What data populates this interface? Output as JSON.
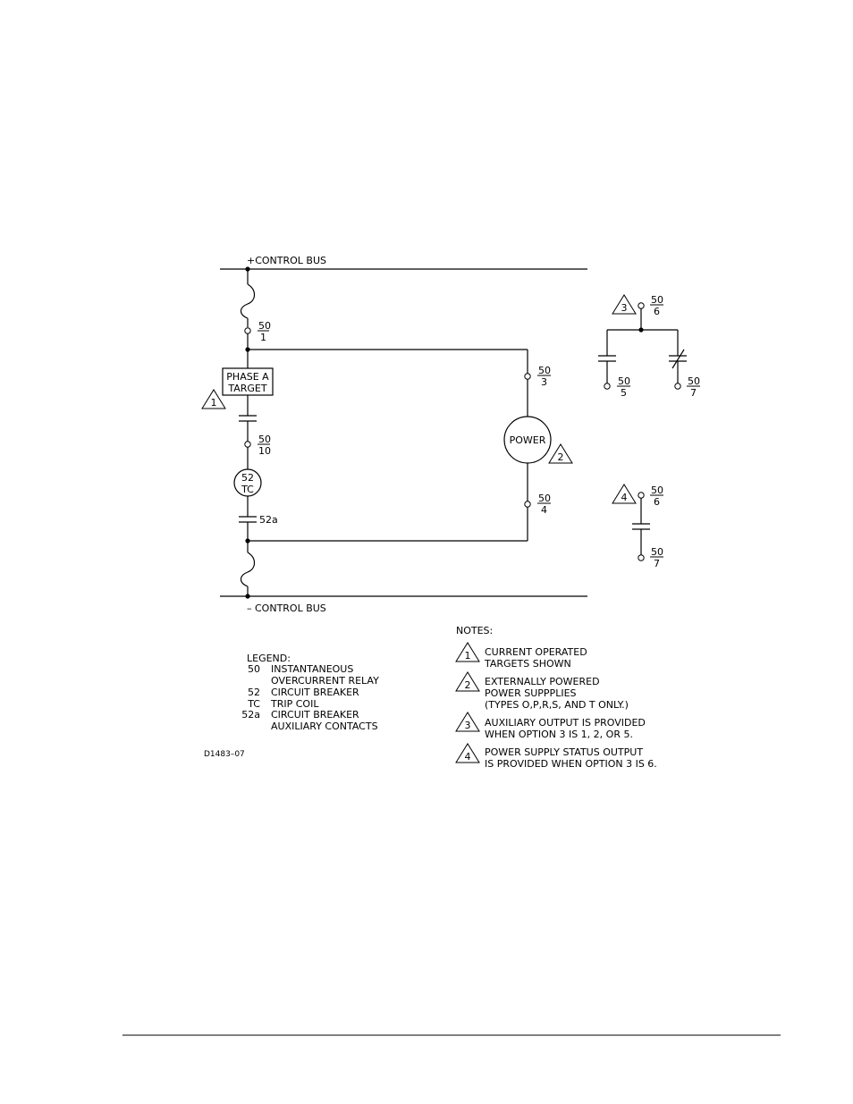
{
  "bus": {
    "positive_label": "+CONTROL BUS",
    "negative_label": "– CONTROL BUS"
  },
  "terminals": {
    "t50_1": {
      "top": "50",
      "bottom": "1"
    },
    "t50_3": {
      "top": "50",
      "bottom": "3"
    },
    "t50_4": {
      "top": "50",
      "bottom": "4"
    },
    "t50_10": {
      "top": "50",
      "bottom": "10"
    },
    "t50_6a": {
      "top": "50",
      "bottom": "6"
    },
    "t50_5": {
      "top": "50",
      "bottom": "5"
    },
    "t50_7a": {
      "top": "50",
      "bottom": "7"
    },
    "t50_6b": {
      "top": "50",
      "bottom": "6"
    },
    "t50_7b": {
      "top": "50",
      "bottom": "7"
    }
  },
  "components": {
    "target_line1": "PHASE A",
    "target_line2": "TARGET",
    "breaker_line1": "52",
    "breaker_line2": "TC",
    "contact_52a": "52a",
    "power": "POWER"
  },
  "note_markers": {
    "n1": "1",
    "n2": "2",
    "n3": "3",
    "n4": "4"
  },
  "legend": {
    "title": "LEGEND:",
    "items": [
      {
        "code": "50",
        "line1": "INSTANTANEOUS",
        "line2": "OVERCURRENT RELAY"
      },
      {
        "code": "52",
        "line1": "CIRCUIT BREAKER",
        "line2": ""
      },
      {
        "code": "TC",
        "line1": "TRIP COIL",
        "line2": ""
      },
      {
        "code": "52a",
        "line1": "CIRCUIT BREAKER",
        "line2": "AUXILIARY CONTACTS"
      }
    ]
  },
  "notes": {
    "title": "NOTES:",
    "items": [
      {
        "num": "1",
        "lines": [
          "CURRENT OPERATED",
          "TARGETS SHOWN"
        ]
      },
      {
        "num": "2",
        "lines": [
          "EXTERNALLY POWERED",
          "POWER SUPPPLIES",
          "(TYPES O,P,R,S, AND T ONLY.)"
        ]
      },
      {
        "num": "3",
        "lines": [
          "AUXILIARY OUTPUT IS PROVIDED",
          "WHEN OPTION 3 IS 1, 2, OR 5."
        ]
      },
      {
        "num": "4",
        "lines": [
          "POWER SUPPLY STATUS OUTPUT",
          "IS PROVIDED WHEN OPTION 3 IS 6."
        ]
      }
    ]
  },
  "drawing_number": "D1483–07"
}
